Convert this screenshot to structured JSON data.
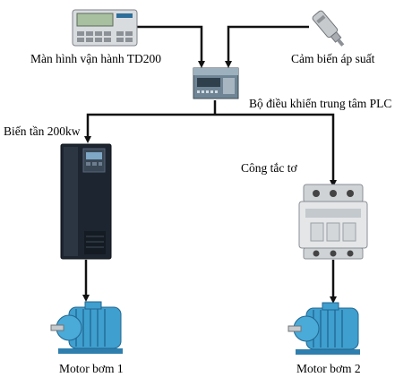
{
  "labels": {
    "td200": "Màn hình vận hành TD200",
    "pressure_sensor": "Cảm biến áp suất",
    "plc": "Bộ điều khiển trung tâm PLC",
    "inverter": "Biến tần 200kw",
    "contactor": "Công tắc tơ",
    "motor1": "Motor bơm 1",
    "motor2": "Motor bơm 2"
  },
  "colors": {
    "wire": "#111111",
    "device_blue": "#3f9fce",
    "inverter_body": "#1d2530",
    "contactor_body": "#e4e6e8"
  }
}
